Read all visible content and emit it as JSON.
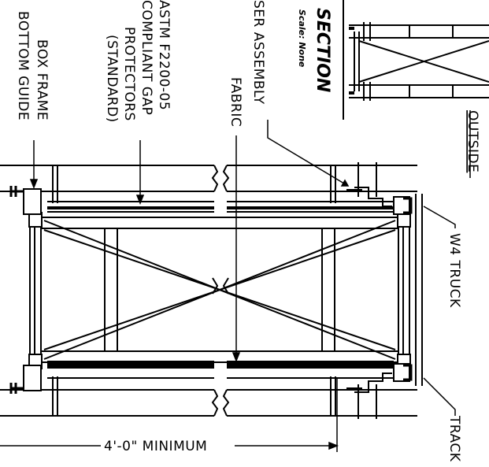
{
  "labels": {
    "box_frame": "BOX FRAME",
    "bottom_guide": "BOTTOM GUIDE",
    "astm_line1": "ASTM F2200-05",
    "astm_line2": "COMPLIANT GAP",
    "astm_line3": "PROTECTORS",
    "astm_line4": "(STANDARD)",
    "fabric": "FABRIC",
    "assembly": "SER ASSEMBLY",
    "section_title": "SECTION",
    "scale": "Scale: None",
    "outside": "OUTSIDE",
    "w4_truck": "W4 TRUCK",
    "track": "TRACK",
    "dimension": "4'-0\" MINIMUM"
  }
}
